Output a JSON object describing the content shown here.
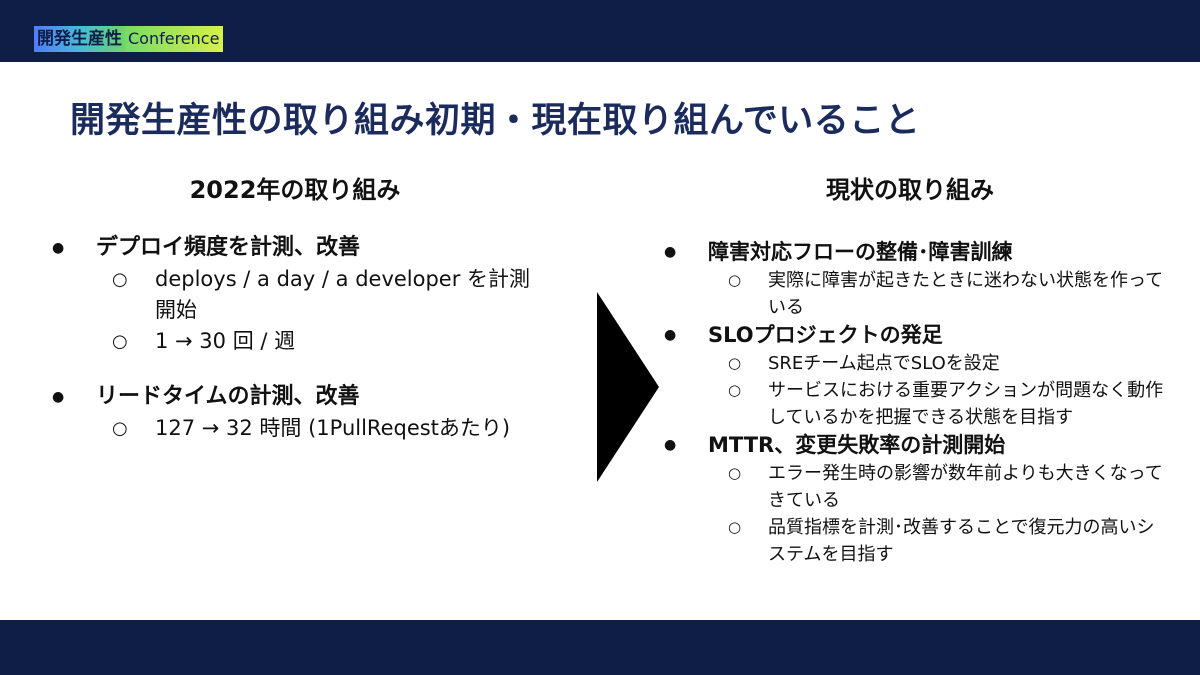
{
  "header": {
    "logo_jp": "開発生産性",
    "logo_en": "Conference"
  },
  "slide": {
    "title": "開発生産性の取り組み初期・現在取り組んでいること"
  },
  "left": {
    "heading": "2022年の取り組み",
    "items": [
      {
        "label": "デプロイ頻度を計測、改善",
        "subitems": [
          "deploys / a day / a developer を計測開始",
          "1 → 30 回 / 週"
        ]
      },
      {
        "label": "リードタイムの計測、改善",
        "subitems": [
          "127 → 32 時間 (1PullReqestあたり)"
        ]
      }
    ]
  },
  "right": {
    "heading": "現状の取り組み",
    "items": [
      {
        "label": "障害対応フローの整備･障害訓練",
        "subitems": [
          "実際に障害が起きたときに迷わない状態を作っている"
        ]
      },
      {
        "label": "SLOプロジェクトの発足",
        "subitems": [
          "SREチーム起点でSLOを設定",
          "サービスにおける重要アクションが問題なく動作しているかを把握できる状態を目指す"
        ]
      },
      {
        "label": "MTTR、変更失敗率の計測開始",
        "subitems": [
          "エラー発生時の影響が数年前よりも大きくなってきている",
          "品質指標を計測･改善することで復元力の高いシステムを目指す"
        ]
      }
    ]
  },
  "symbols": {
    "bullet": "●",
    "subbullet": "○"
  },
  "colors": {
    "bar": "#0f1e47",
    "title": "#1a2b5c",
    "arrow": "#000000"
  },
  "icons": {
    "arrow": "right-pointing-triangle"
  }
}
